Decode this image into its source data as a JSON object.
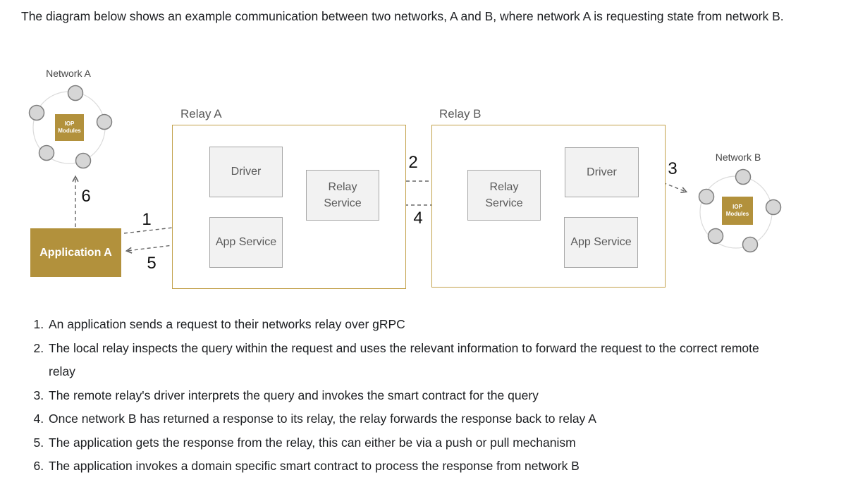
{
  "intro": "The diagram below shows an example communication between two networks, A and B, where network A is requesting state from network B.",
  "diagram": {
    "network_a": {
      "label": "Network A",
      "iop_modules": "IOP Modules"
    },
    "network_b": {
      "label": "Network B",
      "iop_modules": "IOP Modules"
    },
    "application_a": {
      "label": "Application A"
    },
    "relay_a": {
      "label": "Relay A",
      "driver": "Driver",
      "relay_service": "Relay Service",
      "app_service": "App Service"
    },
    "relay_b": {
      "label": "Relay B",
      "driver": "Driver",
      "relay_service": "Relay Service",
      "app_service": "App Service"
    },
    "flow_labels": {
      "f1": "1",
      "f2": "2",
      "f3": "3",
      "f4": "4",
      "f5": "5",
      "f6": "6"
    },
    "colors": {
      "gold_fill": "#B2913C",
      "relay_border": "#C2A14A",
      "node_fill": "#D6D6D6",
      "node_stroke": "#7F7F7F",
      "box_fill": "#F2F2F2",
      "box_border": "#A6A6A6",
      "arrow": "#666666"
    }
  },
  "steps": {
    "s1": "An application sends a request to their networks relay over gRPC",
    "s2": "The local relay inspects the query within the request and uses the relevant information to forward the request to the correct remote relay",
    "s3": "The remote relay's driver interprets the query and invokes the smart contract for the query",
    "s4": "Once network B has returned a response to its relay, the relay forwards the response back to relay A",
    "s5": "The application gets the response from the relay, this can either be via a push or pull mechanism",
    "s6": "The application invokes a domain specific smart contract to process the response from network B"
  }
}
